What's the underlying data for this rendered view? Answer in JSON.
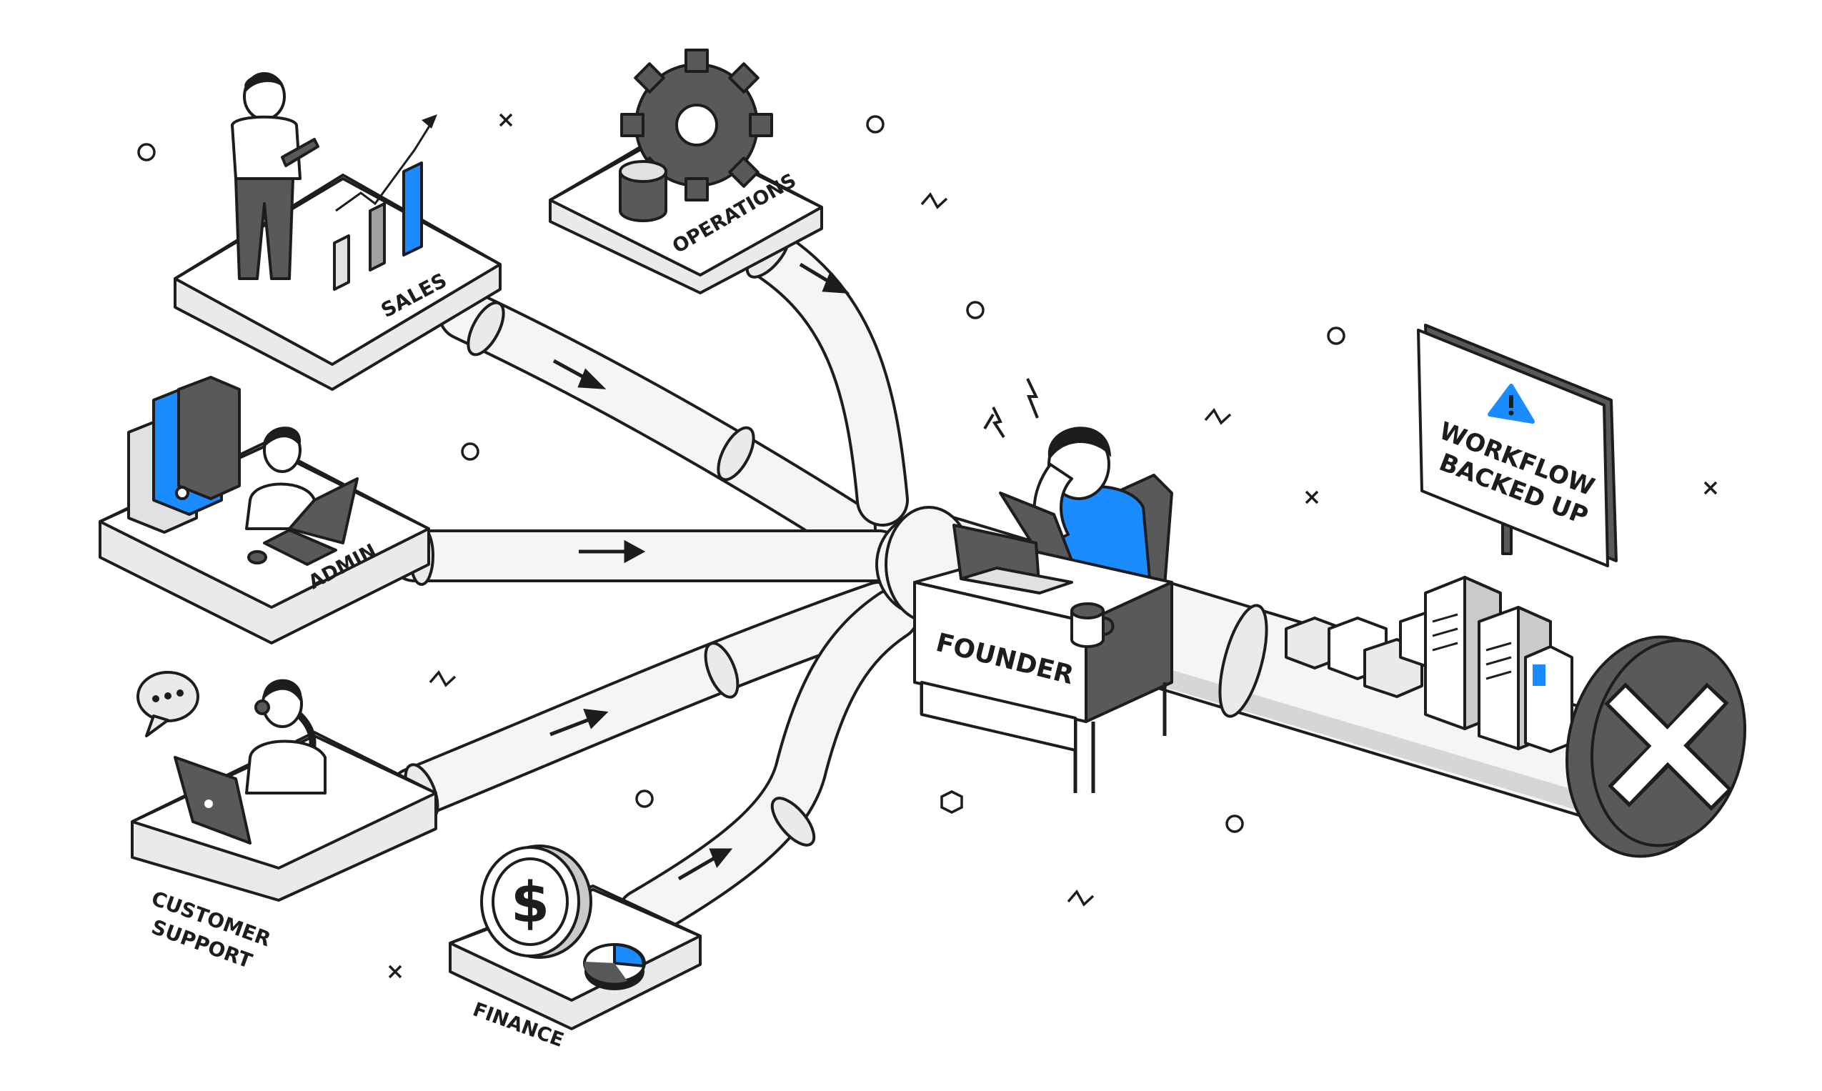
{
  "departments": {
    "sales": "SALES",
    "operations": "OPERATIONS",
    "admin": "ADMIN",
    "customer_support_line1": "CUSTOMER",
    "customer_support_line2": "SUPPORT",
    "finance": "FINANCE"
  },
  "founder": {
    "label": "FOUNDER"
  },
  "sign": {
    "line1": "WORKFLOW",
    "line2": "BACKED UP"
  },
  "finance_symbol": "$",
  "colors": {
    "accent": "#1a8cff",
    "ink": "#1d1d1f",
    "dark_gray": "#58595b",
    "light_gray": "#e9eaec",
    "mid_gray": "#c9cacc"
  },
  "icons": [
    "bar-chart-icon",
    "gear-icon",
    "binder-icon",
    "laptop-icon",
    "chat-bubble-icon",
    "coin-icon",
    "pie-chart-icon",
    "warning-icon",
    "blocked-x-icon",
    "coffee-mug-icon"
  ]
}
